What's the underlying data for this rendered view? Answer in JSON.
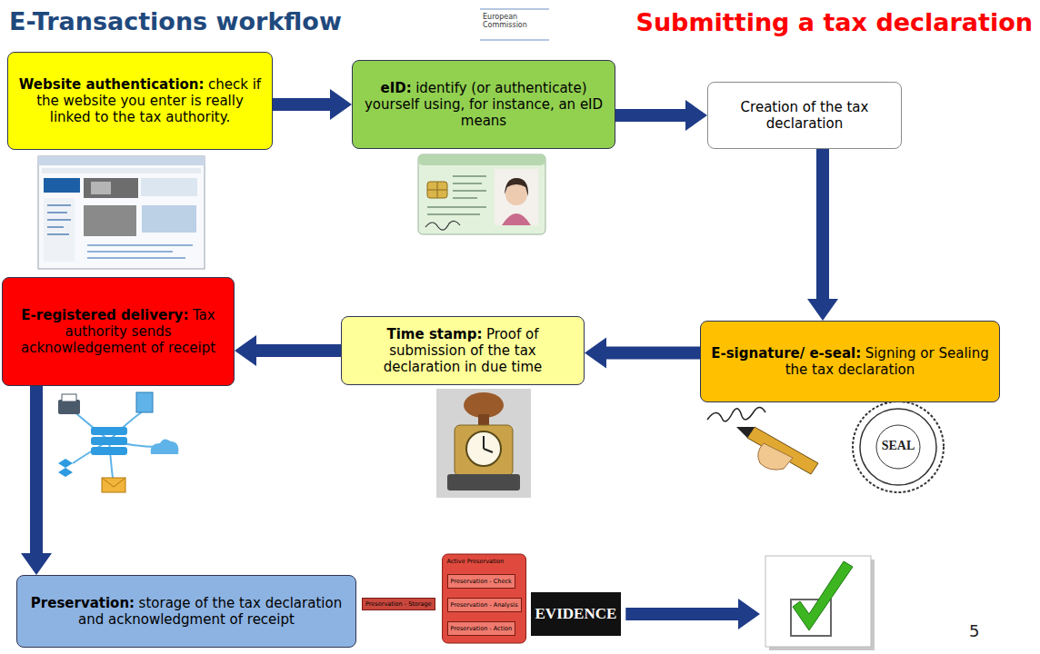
{
  "diagram": {
    "title": "E-Transactions workflow",
    "nodes": [
      {
        "text": [
          "Website authentication:",
          "check if the website you enter is really linked to the tax authority."
        ]
      },
      {
        "text": [
          "eID:",
          "identify (or authenticate) yourself using, for instance, an eID means"
        ]
      },
      {
        "text": [
          "Creation of the tax declaration"
        ]
      },
      {
        "text": [
          "E-signature/ e-seal:",
          "Signing or Sealing the tax declaration"
        ]
      },
      {
        "text": [
          "Time stamp:",
          "Proof of submission of the tax declaration in due time"
        ]
      },
      {
        "text": [
          "E-registered delivery:",
          "Tax authority sends acknowledgement of receipt"
        ]
      },
      {
        "text": [
          "Preservation:",
          "storage of the tax declaration and acknowledgment of receipt"
        ]
      }
    ],
    "edges": [
      {
        "from": 0,
        "to": 1,
        "arrow": "to"
      },
      {
        "from": 1,
        "to": 2,
        "arrow": "to"
      },
      {
        "from": 2,
        "to": 3,
        "arrow": "to"
      },
      {
        "from": 3,
        "to": 4,
        "arrow": "to"
      },
      {
        "from": 4,
        "to": 5,
        "arrow": "to"
      },
      {
        "from": 5,
        "to": 6,
        "arrow": "to"
      }
    ],
    "labels": [
      "Submitting a tax declaration",
      "European Commission",
      "SEAL",
      "Preservation - Storage",
      "Active Preservation",
      "Preservation - Check",
      "Preservation - Analysis",
      "Preservation - Action",
      "EVIDENCE",
      "5"
    ]
  }
}
